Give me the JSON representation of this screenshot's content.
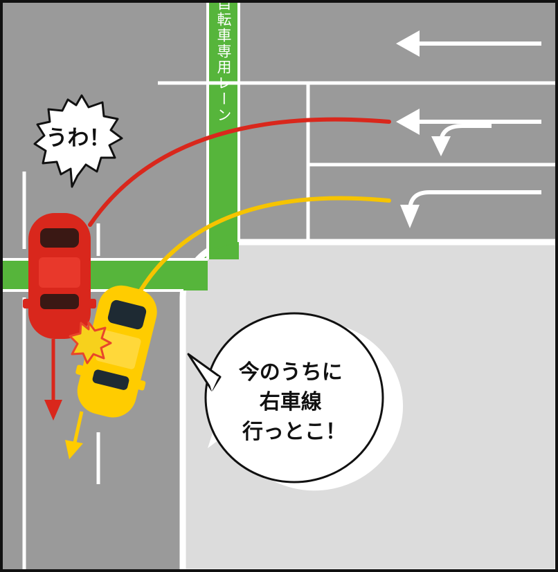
{
  "scene": {
    "bike_lane_label": "自転車専用レーン",
    "red_car_bubble": "うわ！",
    "yellow_car_bubble_lines": [
      "今のうちに",
      "右車線",
      "行っとこ！"
    ]
  },
  "colors": {
    "road": "#9a9a9a",
    "sidewalk": "#dcdcdc",
    "bike_lane": "#56b53b",
    "lane_marking": "#ffffff",
    "red_car": "#d9271c",
    "yellow_car": "#ffcc00",
    "red_path": "#d9271c",
    "yellow_path": "#f6c400",
    "collision": "#f7d11c"
  }
}
